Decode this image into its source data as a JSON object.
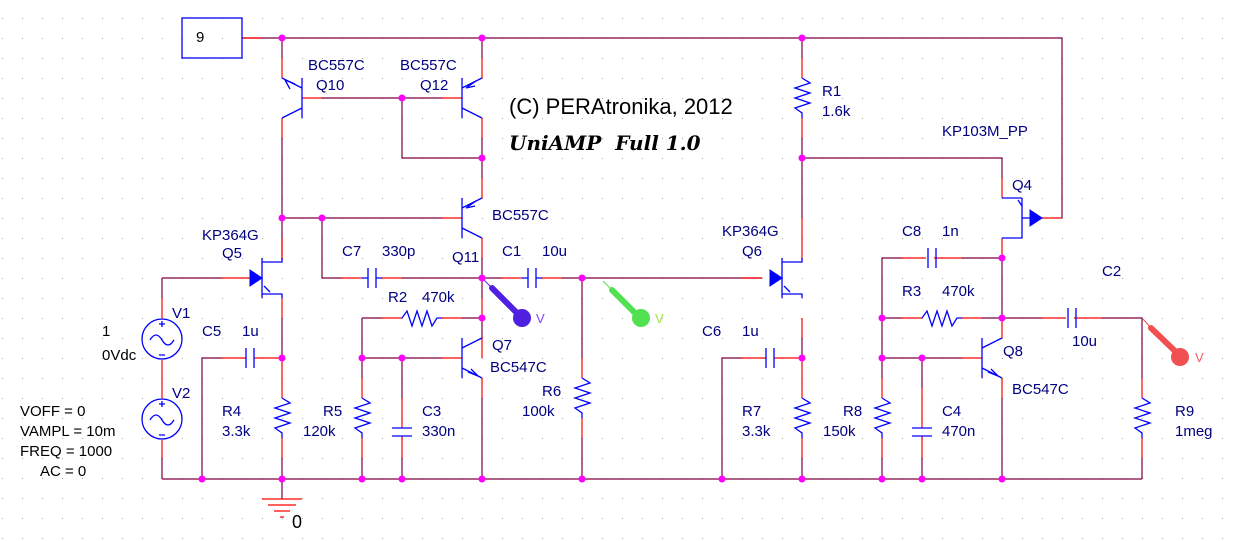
{
  "schematic": {
    "title": "(C) PERAtronika, 2012",
    "subtitle": "UniAMP  Full 1.0",
    "colors": {
      "wire": "#800040",
      "pin": "#ff0000",
      "component": "#0000ff",
      "junction": "#ff00ff",
      "label": "#000080",
      "probe_q11": "#5020e0",
      "probe_c1": "#50e050",
      "probe_out": "#f05050"
    },
    "offpage_connector": {
      "label": "9"
    },
    "ground": {
      "label": "0"
    },
    "sources": {
      "V1": {
        "ref": "V1",
        "line1": "1",
        "line2": "0Vdc"
      },
      "V2": {
        "ref": "V2",
        "voff": "VOFF = 0",
        "vampl": "VAMPL = 10m",
        "freq": "FREQ = 1000",
        "ac": "AC = 0"
      }
    },
    "transistors": {
      "Q10": {
        "ref": "Q10",
        "model": "BC557C"
      },
      "Q12": {
        "ref": "Q12",
        "model": "BC557C"
      },
      "Q11": {
        "ref": "Q11",
        "model": "BC557C"
      },
      "Q5": {
        "ref": "Q5",
        "model": "KP364G"
      },
      "Q6": {
        "ref": "Q6",
        "model": "KP364G"
      },
      "Q7": {
        "ref": "Q7",
        "model": "BC547C"
      },
      "Q8": {
        "ref": "Q8",
        "model": "BC547C"
      },
      "Q4": {
        "ref": "Q4",
        "model": "KP103M_PP"
      }
    },
    "resistors": {
      "R1": {
        "ref": "R1",
        "value": "1.6k"
      },
      "R2": {
        "ref": "R2",
        "value": "470k"
      },
      "R3": {
        "ref": "R3",
        "value": "470k"
      },
      "R4": {
        "ref": "R4",
        "value": "3.3k"
      },
      "R5": {
        "ref": "R5",
        "value": "120k"
      },
      "R6": {
        "ref": "R6",
        "value": "100k"
      },
      "R7": {
        "ref": "R7",
        "value": "3.3k"
      },
      "R8": {
        "ref": "R8",
        "value": "150k"
      },
      "R9": {
        "ref": "R9",
        "value": "1meg"
      }
    },
    "capacitors": {
      "C1": {
        "ref": "C1",
        "value": "10u"
      },
      "C2": {
        "ref": "C2",
        "value": "10u"
      },
      "C3": {
        "ref": "C3",
        "value": "330n"
      },
      "C4": {
        "ref": "C4",
        "value": "470n"
      },
      "C5": {
        "ref": "C5",
        "value": "1u"
      },
      "C6": {
        "ref": "C6",
        "value": "1u"
      },
      "C7": {
        "ref": "C7",
        "value": "330p"
      },
      "C8": {
        "ref": "C8",
        "value": "1n"
      }
    },
    "probes": [
      {
        "name": "probe-q11-collector",
        "label": "V"
      },
      {
        "name": "probe-c1-output",
        "label": "V"
      },
      {
        "name": "probe-amp-output",
        "label": "V"
      }
    ]
  }
}
